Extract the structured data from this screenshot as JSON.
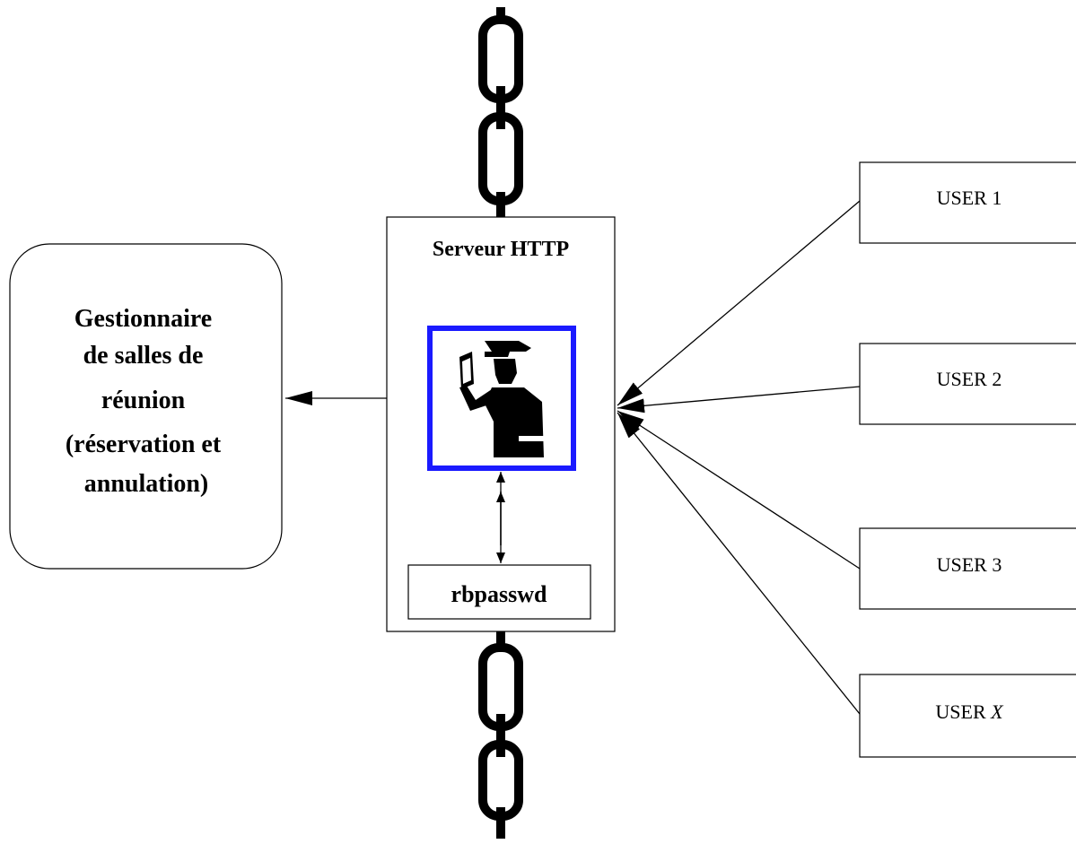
{
  "manager": {
    "lines": [
      "Gestionnaire",
      "de salles de",
      "réunion",
      "(réservation et",
      "annulation)"
    ]
  },
  "server": {
    "title": "Serveur HTTP",
    "passwd_file": "rbpasswd",
    "guard_icon": "border-guard-icon",
    "accent_color": "#1a1aff"
  },
  "users": [
    {
      "prefix": "USER ",
      "suffix": "1"
    },
    {
      "prefix": "USER ",
      "suffix": "2"
    },
    {
      "prefix": "USER ",
      "suffix": "3"
    },
    {
      "prefix": "USER ",
      "suffix": "X"
    }
  ],
  "icons": [
    "chain-icon",
    "border-guard-icon",
    "arrow-icon"
  ]
}
